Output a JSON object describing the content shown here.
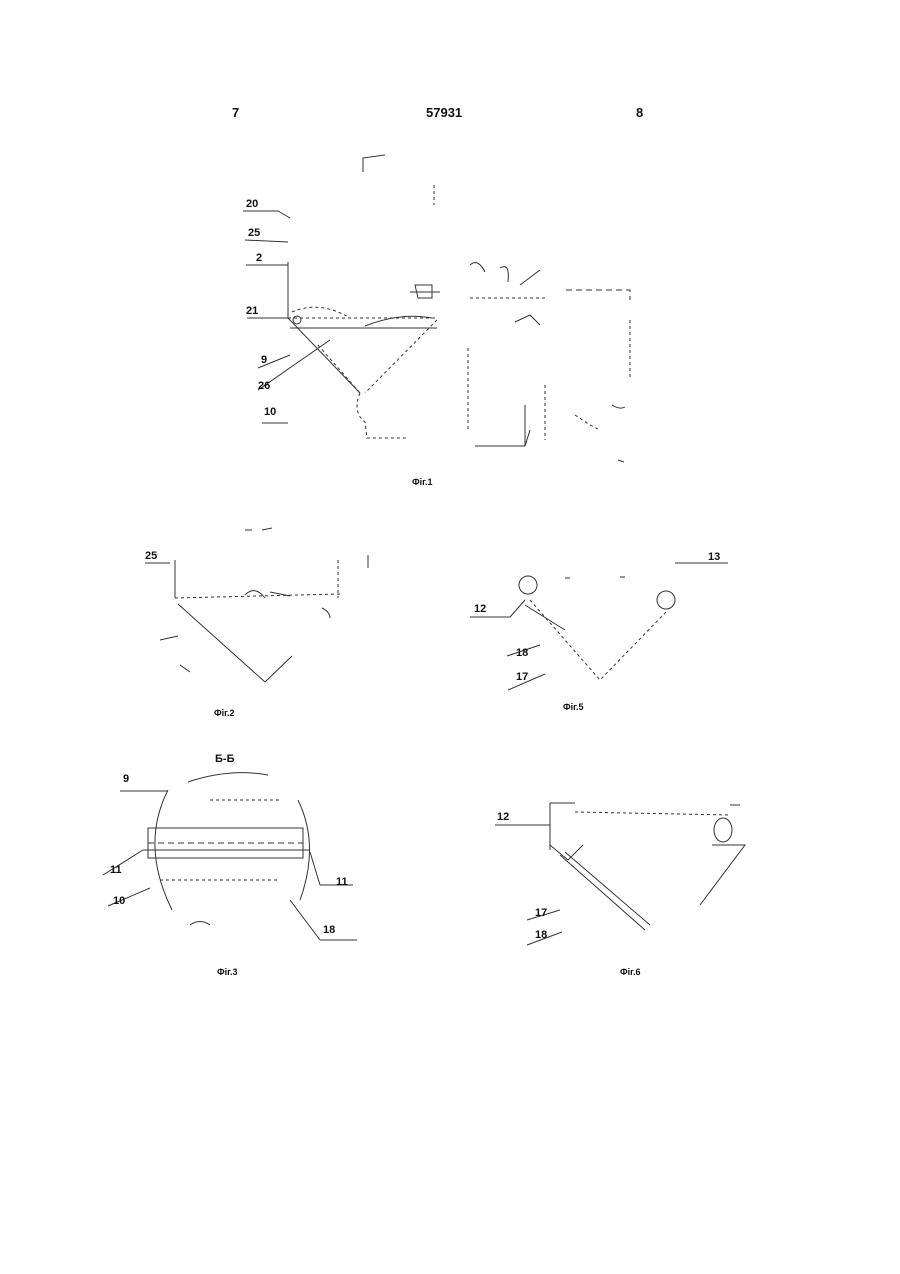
{
  "header": {
    "page_left": "7",
    "patent_number": "57931",
    "page_right": "8"
  },
  "fig1": {
    "caption": "Фіг.1",
    "labels": [
      "20",
      "25",
      "2",
      "21",
      "9",
      "26",
      "10"
    ]
  },
  "fig2": {
    "caption": "Фіг.2",
    "labels": [
      "25"
    ]
  },
  "fig5": {
    "caption": "Фіг.5",
    "labels": [
      "13",
      "12",
      "18",
      "17"
    ]
  },
  "fig3": {
    "caption": "Фіг.3",
    "section": "Б-Б",
    "labels": [
      "9",
      "11",
      "11",
      "10",
      "18"
    ]
  },
  "fig6": {
    "caption": "Фіг.6",
    "labels": [
      "12",
      "17",
      "18"
    ]
  }
}
